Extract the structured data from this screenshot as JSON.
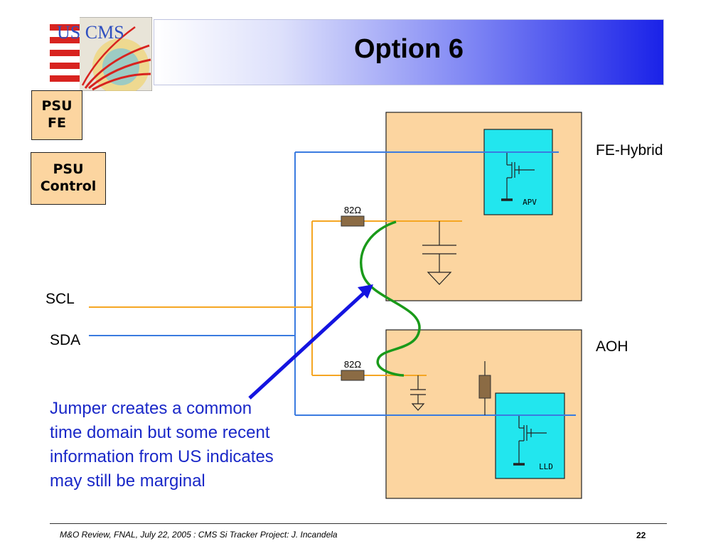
{
  "logo": {
    "text": "US CMS"
  },
  "title": "Option 6",
  "psu_fe": [
    "PSU",
    "FE"
  ],
  "psu_control": [
    "PSU",
    "Control"
  ],
  "labels": {
    "scl": "SCL",
    "sda": "SDA",
    "fe_hybrid": "FE-Hybrid",
    "aoh": "AOH",
    "apv": "APV",
    "lld": "LLD",
    "resistor_top": "82Ω",
    "resistor_bottom": "82Ω"
  },
  "note": "Jumper creates a common time domain but some recent information from US indicates may still be marginal",
  "footer": {
    "text": "M&O Review, FNAL, July 22, 2005 : CMS Si Tracker Project: J. Incandela",
    "page": "22"
  },
  "colors": {
    "board_fill": "#fcd5a0",
    "chip_fill": "#22e6ee",
    "scl_line": "#f5a623",
    "sda_line": "#3a7be0",
    "jumper": "#1a9a1a",
    "arrow": "#1414e0",
    "resistor": "#8b6b44"
  }
}
